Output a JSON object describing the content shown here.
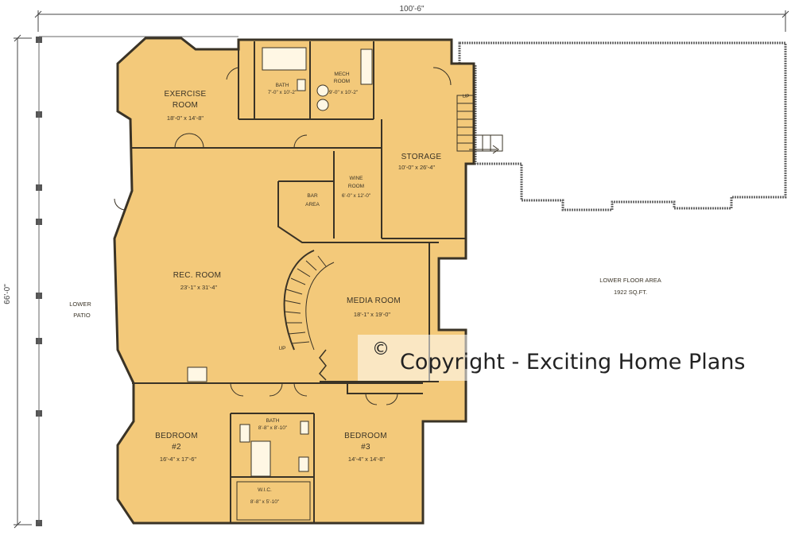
{
  "dimensions": {
    "overall_width": "100'-6\"",
    "overall_depth": "66'-0\""
  },
  "rooms": {
    "exercise": {
      "name_line1": "EXERCISE",
      "name_line2": "ROOM",
      "size": "18'-0\" x 14'-8\""
    },
    "bath_upper": {
      "name": "BATH",
      "size": "7'-0\" x 10'-2\""
    },
    "mech": {
      "name_line1": "MECH",
      "name_line2": "ROOM",
      "size": "9'-0\" x 10'-2\""
    },
    "storage": {
      "name": "STORAGE",
      "size": "10'-0\" x 26'-4\""
    },
    "wine": {
      "name_line1": "WINE",
      "name_line2": "ROOM",
      "size": "6'-0\" x 12'-0\""
    },
    "bar": {
      "name_line1": "BAR",
      "name_line2": "AREA"
    },
    "rec": {
      "name": "REC. ROOM",
      "size": "23'-1\" x 31'-4\""
    },
    "media": {
      "name": "MEDIA ROOM",
      "size": "18'-1\" x 19'-0\""
    },
    "bedroom2": {
      "name_line1": "BEDROOM",
      "name_line2": "#2",
      "size": "16'-4\" x 17'-6\""
    },
    "bedroom3": {
      "name_line1": "BEDROOM",
      "name_line2": "#3",
      "size": "14'-4\" x 14'-8\""
    },
    "bath_lower": {
      "name": "BATH",
      "size": "8'-8\" x 8'-10\""
    },
    "wic": {
      "name": "W.I.C.",
      "size": "8'-8\" x 5'-10\""
    }
  },
  "patio": {
    "line1": "LOWER",
    "line2": "PATIO"
  },
  "lower_floor_area": {
    "line1": "LOWER FLOOR AREA",
    "line2": "1922 SQ.FT."
  },
  "stair_labels": {
    "up_top": "UP",
    "up_main": "UP"
  },
  "watermark": {
    "symbol": "©",
    "text": "Copyright - Exciting Home Plans"
  },
  "colors": {
    "floor_fill": "#f3c97a",
    "wall": "#3a3326",
    "unexcavated_fill": "#ffffff"
  }
}
